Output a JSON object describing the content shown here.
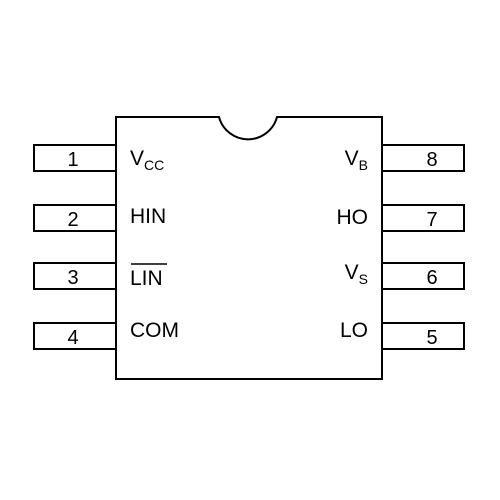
{
  "colors": {
    "stroke": "#000000",
    "fill": "#ffffff"
  },
  "pins": {
    "left": [
      {
        "number": "1",
        "label_main": "V",
        "label_sub": "CC"
      },
      {
        "number": "2",
        "label_main": "HIN",
        "label_sub": ""
      },
      {
        "number": "3",
        "label_main": "LIN",
        "label_sub": "",
        "overline": true
      },
      {
        "number": "4",
        "label_main": "COM",
        "label_sub": ""
      }
    ],
    "right": [
      {
        "number": "8",
        "label_main": "V",
        "label_sub": "B"
      },
      {
        "number": "7",
        "label_main": "HO",
        "label_sub": ""
      },
      {
        "number": "6",
        "label_main": "V",
        "label_sub": "S"
      },
      {
        "number": "5",
        "label_main": "LO",
        "label_sub": ""
      }
    ]
  }
}
